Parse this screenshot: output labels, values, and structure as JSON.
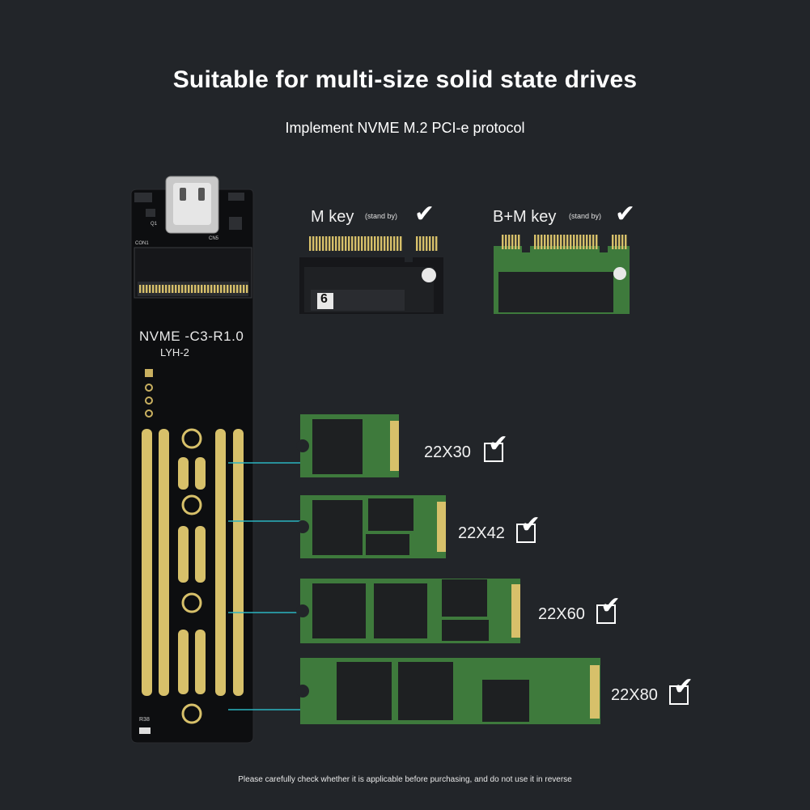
{
  "header": {
    "title": "Suitable for multi-size solid state drives",
    "subtitle": "Implement NVME M.2 PCI-e protocol"
  },
  "adapter_board": {
    "model_line1": "NVME -C3-R1.0",
    "model_line2": "LYH-2",
    "silk_r38": "R38",
    "silk_con1": "CON1",
    "silk_cn5": "CN5",
    "silk_q1": "Q1"
  },
  "key_types": [
    {
      "label": "M key",
      "note": "(stand by)",
      "check": "✔"
    },
    {
      "label": "B+M key",
      "note": "(stand by)",
      "check": "✔"
    }
  ],
  "connector_sticker": "6",
  "sizes": [
    {
      "label": "22X30",
      "check": "✔"
    },
    {
      "label": "22X42",
      "check": "✔"
    },
    {
      "label": "22X60",
      "check": "✔"
    },
    {
      "label": "22X80",
      "check": "✔"
    }
  ],
  "footer": {
    "note": "Please carefully check whether it is applicable before purchasing, and do not use it in reverse"
  },
  "colors": {
    "background": "#222529",
    "pcb_black": "#0d0e10",
    "pcb_green": "#3e7a3c",
    "gold": "#d7c06a",
    "chip": "#1e2022",
    "leader_line": "#2bb3c0"
  }
}
